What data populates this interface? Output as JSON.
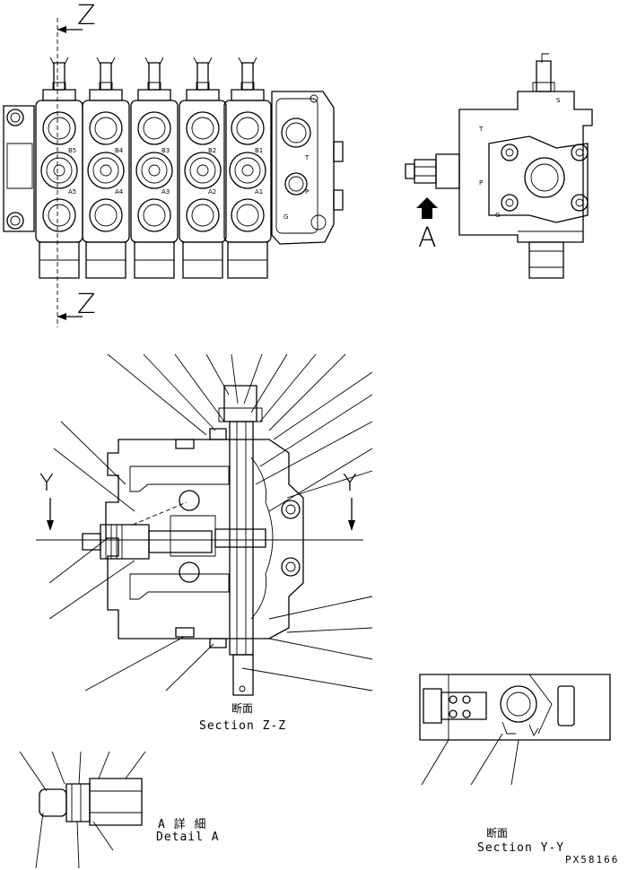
{
  "front_view": {
    "section_mark_top": "Z",
    "section_mark_bottom": "Z",
    "port_labels": [
      "B5",
      "A5",
      "B4",
      "A4",
      "B3",
      "A3",
      "B2",
      "A2",
      "B1",
      "A1",
      "T",
      "P",
      "G"
    ]
  },
  "side_view": {
    "view_arrow_label": "A",
    "port_labels": [
      "S",
      "T",
      "P",
      "G"
    ]
  },
  "section_zz": {
    "cut_mark_left": "Y",
    "cut_mark_right": "Y",
    "caption_jp": "断面",
    "caption_en": "Section Z-Z"
  },
  "detail_a": {
    "caption_jp": "A 詳 細",
    "caption_en": "Detail A"
  },
  "section_yy": {
    "caption_jp": "断面",
    "caption_en": "Section Y-Y"
  },
  "drawing_code": "PX58166"
}
